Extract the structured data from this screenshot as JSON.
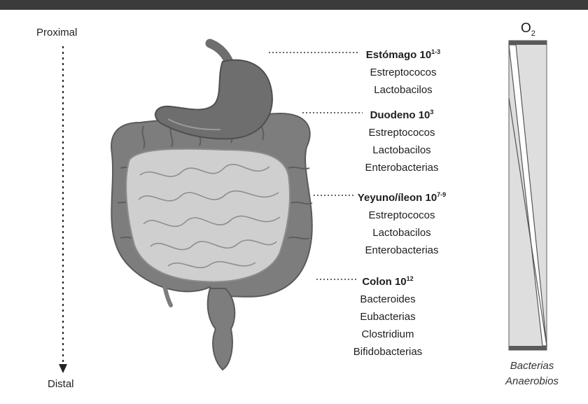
{
  "axis": {
    "top_label": "Proximal",
    "bottom_label": "Distal"
  },
  "organs": [
    {
      "name": "Estómago 10",
      "exponent": "1-3",
      "bacteria": [
        "Estreptococos",
        "Lactobacilos"
      ]
    },
    {
      "name": "Duodeno 10",
      "exponent": "3",
      "bacteria": [
        "Estreptococos",
        "Lactobacilos",
        "Enterobacterias"
      ]
    },
    {
      "name": "Yeyuno/íleon 10",
      "exponent": "7-9",
      "bacteria": [
        "Estreptococos",
        "Lactobacilos",
        "Enterobacterias"
      ]
    },
    {
      "name": "Colon 10",
      "exponent": "12",
      "bacteria": [
        "Bacteroides",
        "Eubacterias",
        "Clostridium",
        "Bifidobacterias"
      ]
    }
  ],
  "gradient": {
    "o2_symbol": "O",
    "o2_subscript": "2",
    "anaerobes_line1": "Bacterias",
    "anaerobes_line2": "Anaerobios"
  },
  "colors": {
    "colon": "#7d7d7d",
    "stomach": "#6e6e6e",
    "small_intestine": "#cfcfcf",
    "bar_fill": "#dedede",
    "bar_cap": "#5a5a5a"
  }
}
